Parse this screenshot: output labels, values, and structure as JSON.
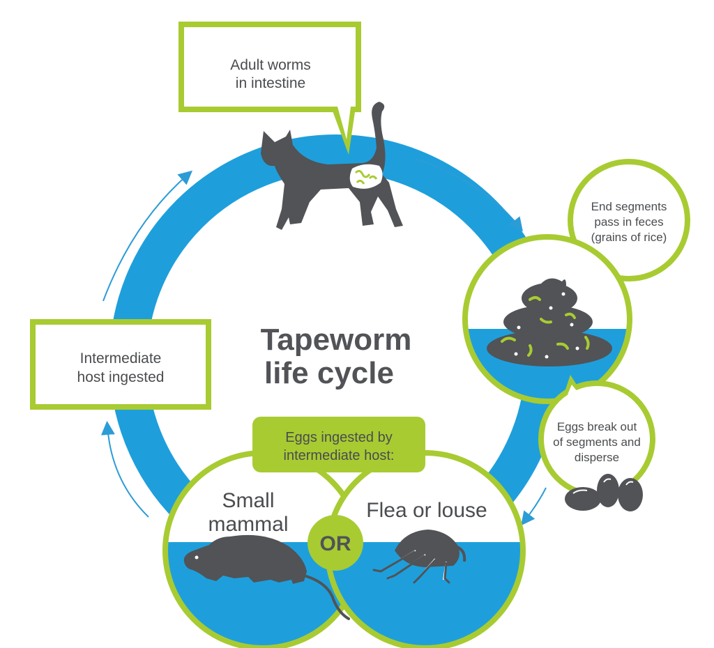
{
  "title": {
    "line1": "Tapeworm",
    "line2": "life cycle"
  },
  "stages": {
    "adult": {
      "line1": "Adult worms",
      "line2": "in intestine"
    },
    "segments": {
      "line1": "End segments",
      "line2": "pass in feces",
      "line3": "(grains of rice)"
    },
    "eggs": {
      "line1": "Eggs break out",
      "line2": "of segments and",
      "line3": "disperse"
    },
    "ingested_eggs": {
      "line1": "Eggs ingested by",
      "line2": "intermediate host:"
    },
    "mammal": {
      "line1": "Small",
      "line2": "mammal"
    },
    "or": "OR",
    "flea": "Flea or louse",
    "intermediate": {
      "line1": "Intermediate",
      "line2": "host ingested"
    }
  },
  "colors": {
    "blue": "#1e9fdc",
    "green": "#a8cb32",
    "dark_gray": "#515356",
    "text_gray": "#4a4c4f",
    "arrow_blue": "#2c9cd6"
  },
  "icons": [
    "cat-icon",
    "feces-icon",
    "eggs-icon",
    "rat-icon",
    "flea-icon"
  ]
}
